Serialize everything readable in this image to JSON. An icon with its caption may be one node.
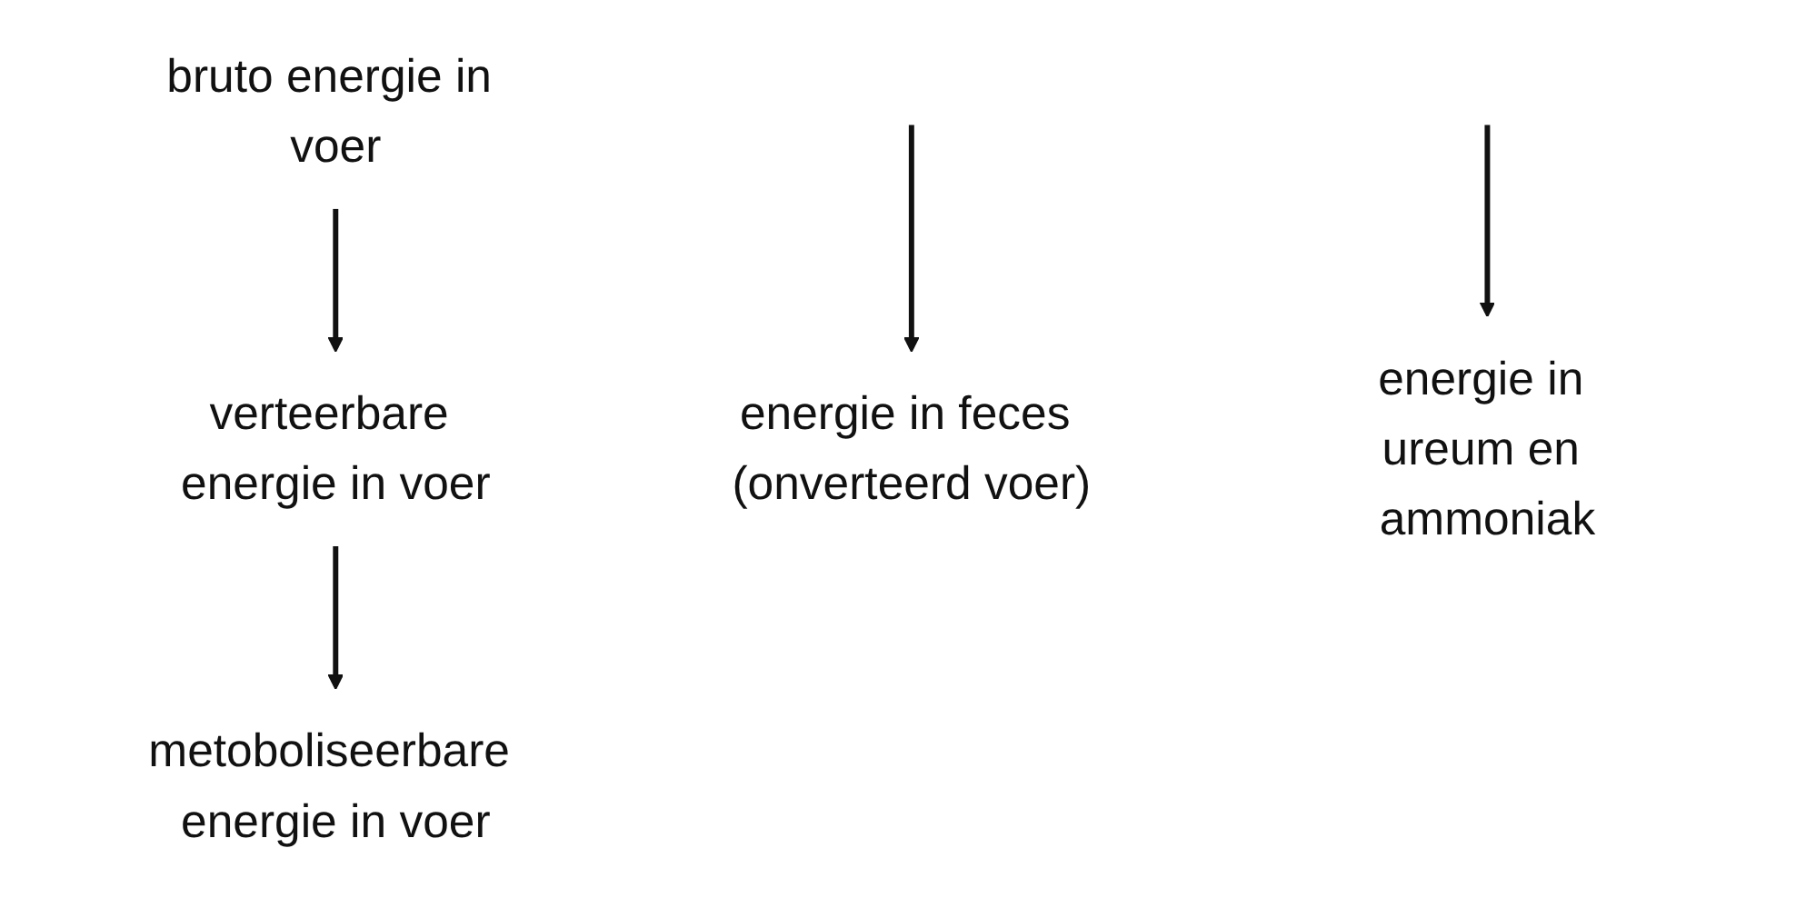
{
  "diagram": {
    "nodes": [
      {
        "text": [
          "bruto energie in voer"
        ]
      },
      {
        "text": [
          "verteerbare energie in voer"
        ]
      },
      {
        "text": [
          "metoboliseerbare energie in voer"
        ]
      },
      {
        "text": [
          "energie in feces (onverteerd voer)"
        ]
      },
      {
        "text": [
          "energie in ureum en ammoniak"
        ]
      }
    ],
    "edges": [
      {
        "from": 0,
        "to": 1,
        "arrow": "to"
      },
      {
        "from": null,
        "to": 3,
        "arrow": "to"
      },
      {
        "from": 1,
        "to": 2,
        "arrow": "to"
      },
      {
        "from": null,
        "to": 4,
        "arrow": "to"
      }
    ]
  }
}
